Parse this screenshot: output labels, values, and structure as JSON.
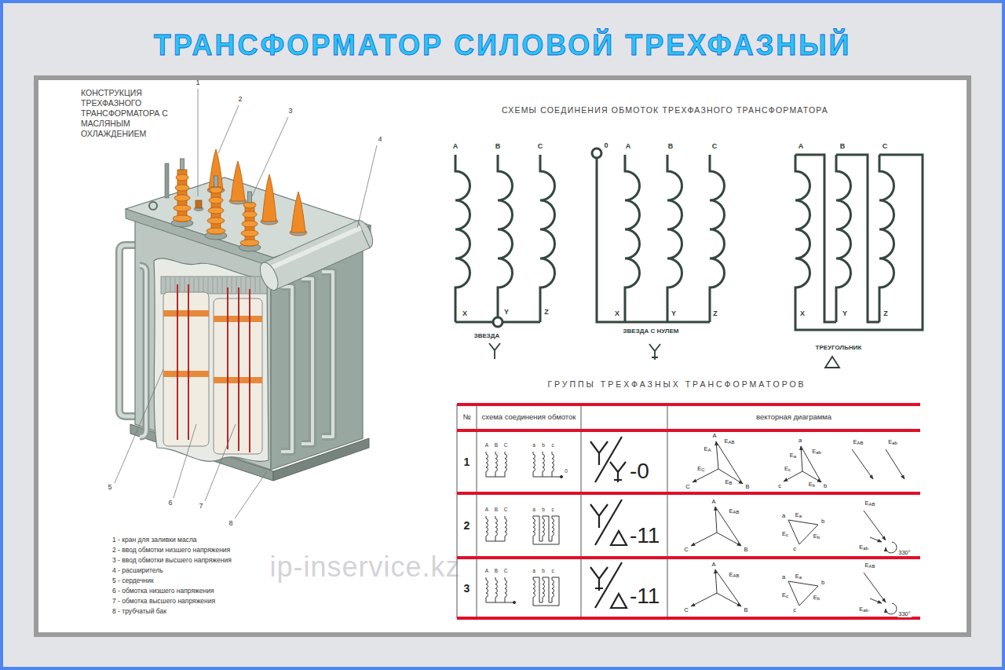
{
  "diagram": {
    "title": "ТРАНСФОРМАТОР СИЛОВОЙ ТРЕХФАЗНЫЙ",
    "nodes": [
      {
        "text": [
          "№"
        ]
      },
      {
        "text": [
          "схема соединения обмоток"
        ]
      },
      {
        "text": [
          "векторная диаграмма"
        ]
      },
      {
        "text": [
          "1"
        ]
      },
      {
        "text": [
          "-0"
        ]
      },
      {
        "text": [
          "2"
        ]
      },
      {
        "text": [
          "-11"
        ]
      },
      {
        "text": [
          "3"
        ]
      },
      {
        "text": [
          "-11"
        ]
      }
    ],
    "labels": [
      "КОНСТРУКЦИЯ ТРЕХФАЗНОГО ТРАНСФОРМАТОРА С МАСЛЯНЫМ ОХЛАЖДЕНИЕМ",
      "1",
      "2",
      "3",
      "4",
      "5",
      "6",
      "7",
      "8",
      "1 - кран для заливки масла",
      "2 - ввод обмотки низшего напряжения",
      "3 - ввод обмотки высшего напряжения",
      "4 - расширитель",
      "5 - сердечник",
      "6 - обмотка низшего напряжения",
      "7 - обмотка высшего напряжения",
      "8 - трубчатый бак",
      "СХЕМЫ СОЕДИНЕНИЯ ОБМОТОК ТРЕХФАЗНОГО ТРАНСФОРМАТОРА",
      "A",
      "B",
      "C",
      "X",
      "Y",
      "Z",
      "ЗВЕЗДА",
      "0",
      "A",
      "B",
      "C",
      "X",
      "Y",
      "Z",
      "ЗВЕЗДА С НУЛЕМ",
      "A",
      "B",
      "C",
      "X",
      "Y",
      "Z",
      "ТРЕУГОЛЬНИК",
      "ГРУППЫ ТРЕХФАЗНЫХ ТРАНСФОРМАТОРОВ",
      "A",
      "B",
      "C",
      "a",
      "b",
      "c",
      "0",
      "A",
      "B",
      "C",
      "a",
      "b",
      "c",
      "A",
      "B",
      "C",
      "a",
      "b",
      "c",
      "A",
      "EA",
      "EAB",
      "C",
      "EC",
      "B",
      "EB",
      "a",
      "Ea",
      "Eab",
      "c",
      "Ec",
      "b",
      "Eb",
      "EAB",
      "Eab",
      "A",
      "EAB",
      "C",
      "B",
      "a",
      "Ea",
      "b",
      "Eb",
      "c",
      "Ec",
      "EAB",
      "Eab",
      "330°",
      "A",
      "EAB",
      "C",
      "B",
      "a",
      "Ea",
      "Eb",
      "Ec",
      "c",
      "b",
      "EAB",
      "Eab",
      "330°",
      "ip-inservice.kz"
    ]
  }
}
